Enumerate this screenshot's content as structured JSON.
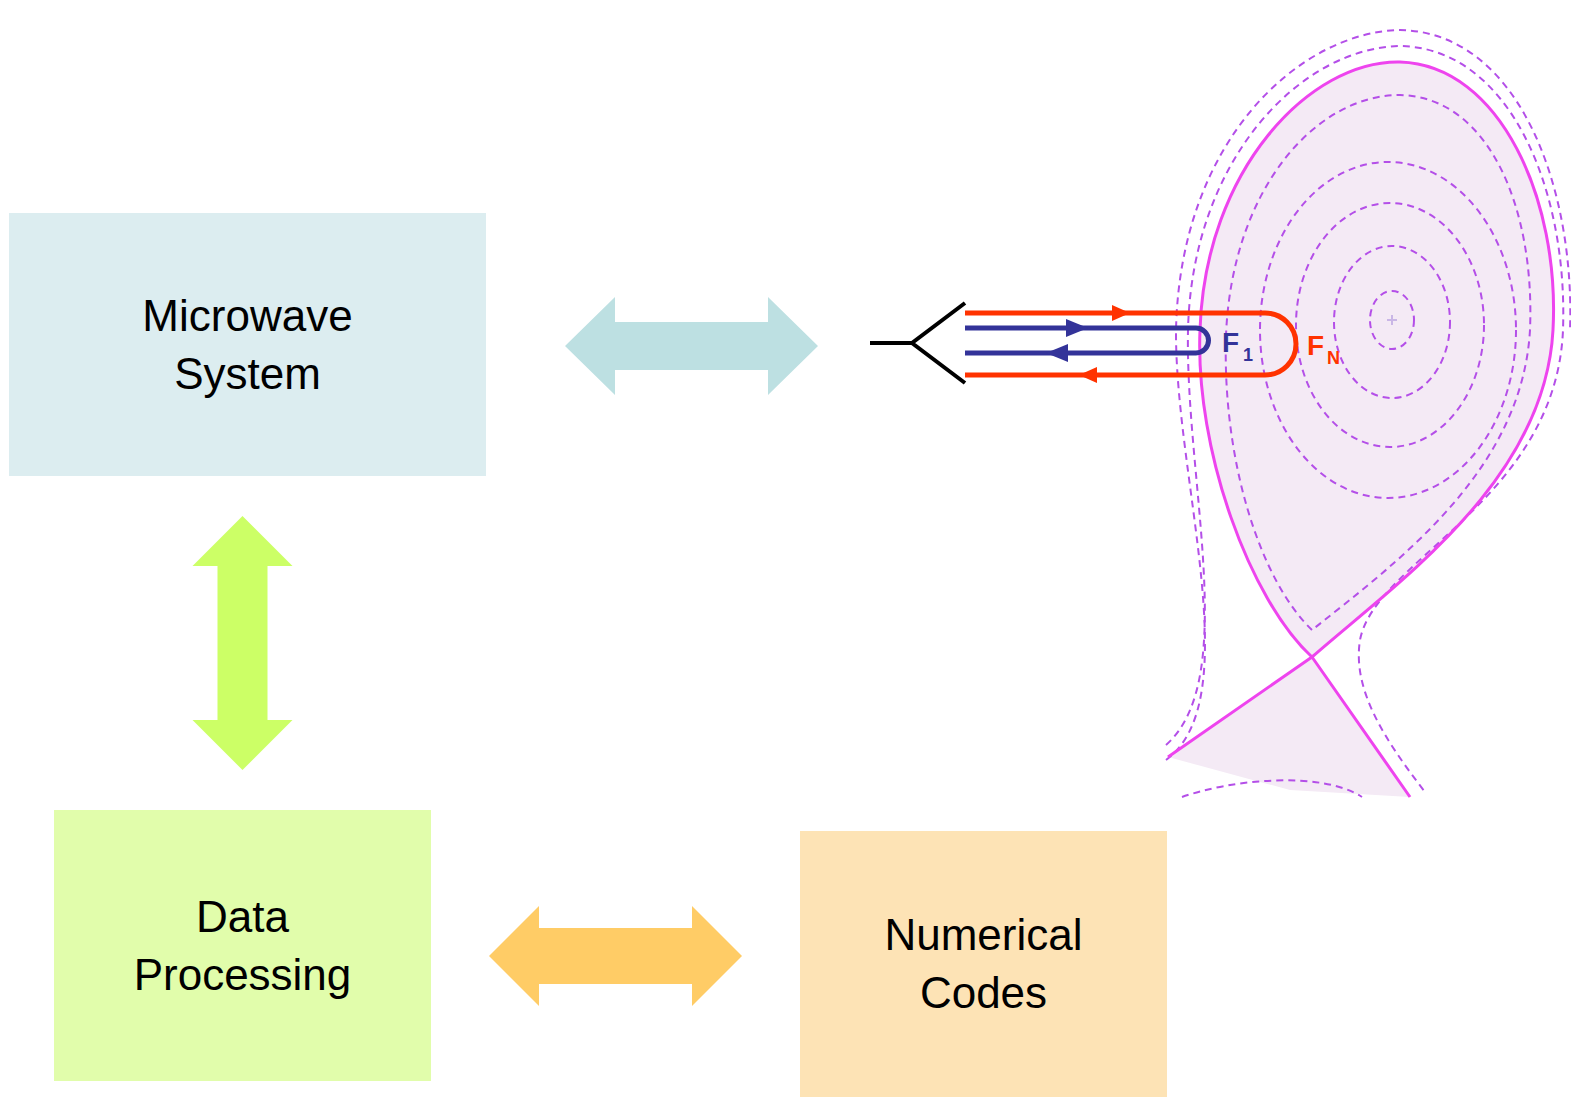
{
  "diagram": {
    "nodes": [
      {
        "text": [
          "Microwave System"
        ]
      },
      {
        "text": [
          "Data Processing"
        ]
      },
      {
        "text": [
          "Numerical Codes"
        ]
      }
    ],
    "edges": [
      {
        "from": 0,
        "to": 1,
        "arrow": "both"
      },
      {
        "from": 1,
        "to": 2,
        "arrow": "both"
      }
    ],
    "labels": [
      "F",
      "1",
      "F",
      "N"
    ]
  }
}
